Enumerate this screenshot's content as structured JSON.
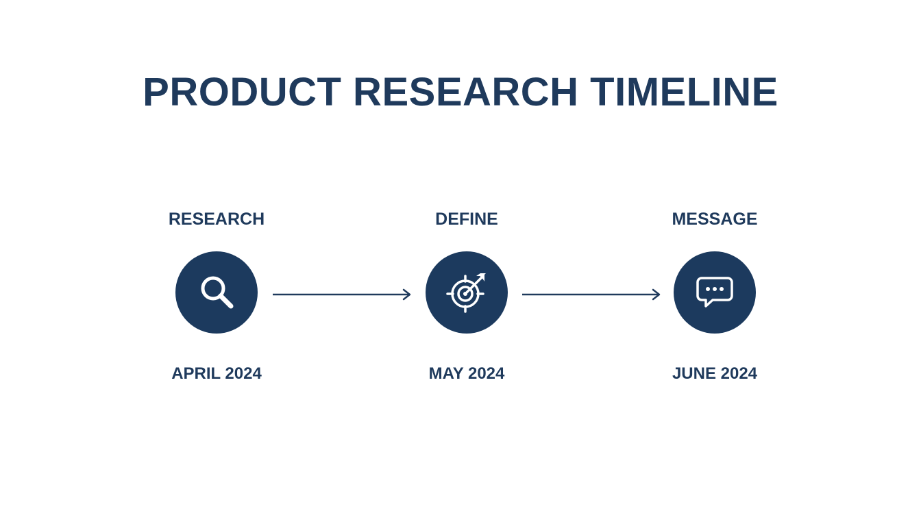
{
  "title": "PRODUCT RESEARCH TIMELINE",
  "colors": {
    "primary": "#1c3a5e",
    "text": "#1f3a5c",
    "background": "#ffffff",
    "icon": "#ffffff"
  },
  "stages": [
    {
      "label": "RESEARCH",
      "date": "APRIL 2024",
      "icon": "magnifier-icon"
    },
    {
      "label": "DEFINE",
      "date": "MAY 2024",
      "icon": "target-arrow-icon"
    },
    {
      "label": "MESSAGE",
      "date": "JUNE 2024",
      "icon": "chat-bubble-icon"
    }
  ]
}
